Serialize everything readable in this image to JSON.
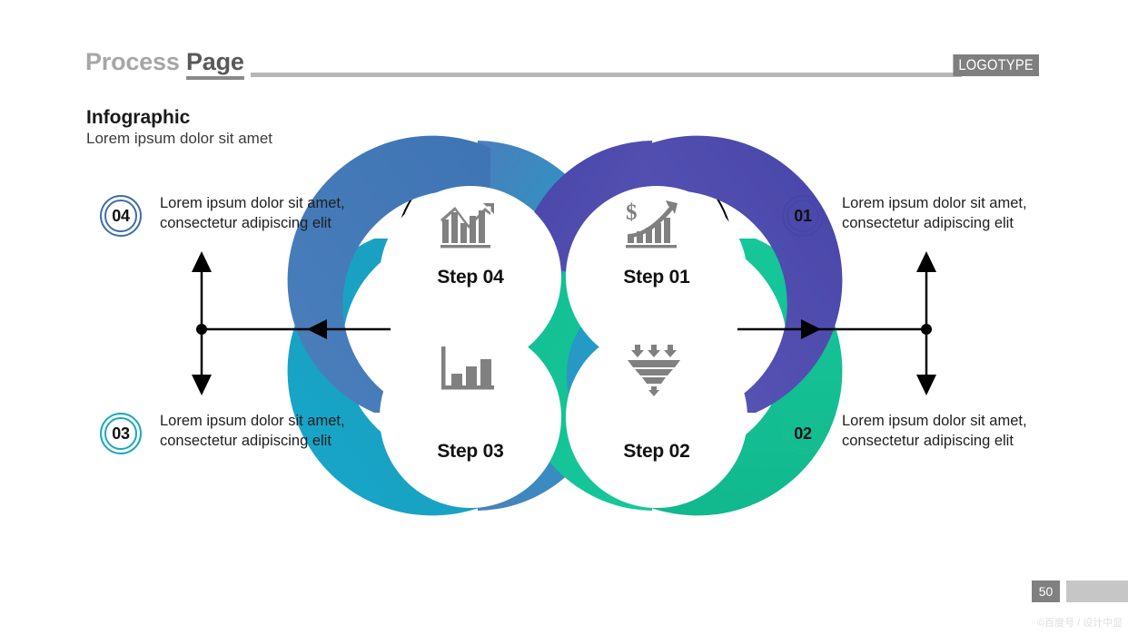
{
  "header": {
    "title_light": "Process ",
    "title_dark": "Page",
    "logotype": "LOGOTYPE"
  },
  "section": {
    "heading": "Infographic",
    "subheading": "Lorem ipsum dolor sit amet"
  },
  "steps": [
    {
      "id": "step-01",
      "caption": "Step 01",
      "icon": "growth-chart-dollar-icon",
      "arc_colors": [
        "#4845a8",
        "#16c79a"
      ]
    },
    {
      "id": "step-02",
      "caption": "Step 02",
      "icon": "funnel-icon",
      "arc_colors": [
        "#16c79a",
        "#4845a8"
      ]
    },
    {
      "id": "step-03",
      "caption": "Step 03",
      "icon": "bar-chart-icon",
      "arc_colors": [
        "#4a7fbc",
        "#16a5c7"
      ]
    },
    {
      "id": "step-04",
      "caption": "Step 04",
      "icon": "line-chart-arrow-icon",
      "arc_colors": [
        "#16a5c7",
        "#4a7fbc"
      ]
    }
  ],
  "callouts": [
    {
      "number": "04",
      "side": "left",
      "ring_color": "#3f6fa8",
      "line1": "Lorem ipsum dolor sit amet,",
      "line2": "consectetur adipiscing elit"
    },
    {
      "number": "03",
      "side": "left",
      "ring_color": "#1aa8bd",
      "line1": "Lorem ipsum dolor sit amet,",
      "line2": "consectetur adipiscing elit"
    },
    {
      "number": "01",
      "side": "right",
      "ring_color": "#4845a8",
      "line1": "Lorem ipsum dolor sit amet,",
      "line2": "consectetur adipiscing elit"
    },
    {
      "number": "02",
      "side": "right",
      "ring_color": "#19bd8e",
      "line1": "Lorem ipsum dolor sit amet,",
      "line2": "consectetur adipiscing elit"
    }
  ],
  "footer": {
    "page_number": "50",
    "watermark": "©百度号 / 设计中显"
  },
  "colors": {
    "blue": "#4a7fbc",
    "cyan": "#16a5c7",
    "purple": "#4845a8",
    "green": "#16c79a",
    "header_gray": "#b7b7b7",
    "logo_gray": "#7f7f7f"
  }
}
